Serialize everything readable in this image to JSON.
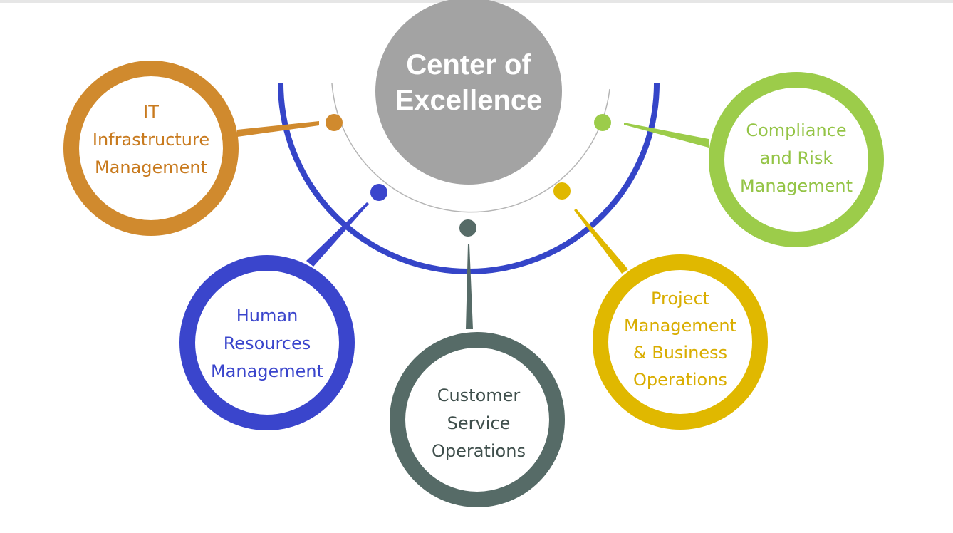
{
  "center": {
    "line1": "Center of",
    "line2": "Excellence",
    "color": "#a3a3a3"
  },
  "nodes": [
    {
      "lines": [
        "IT",
        "Infrastructure",
        "Management"
      ],
      "color": "#d08a2e",
      "text_color": "#c87a1e"
    },
    {
      "lines": [
        "Human",
        "Resources",
        "Management"
      ],
      "color": "#3a45cc",
      "text_color": "#3a45cc"
    },
    {
      "lines": [
        "Customer",
        "Service",
        "Operations"
      ],
      "color": "#566b67",
      "text_color": "#3f4f4c"
    },
    {
      "lines": [
        "Project",
        "Management",
        "& Business",
        "Operations"
      ],
      "color": "#e0b800",
      "text_color": "#d9ad00"
    },
    {
      "lines": [
        "Compliance",
        "and Risk",
        "Management"
      ],
      "color": "#9ccc4a",
      "text_color": "#94c446"
    }
  ],
  "arc_color": "#3545c8"
}
